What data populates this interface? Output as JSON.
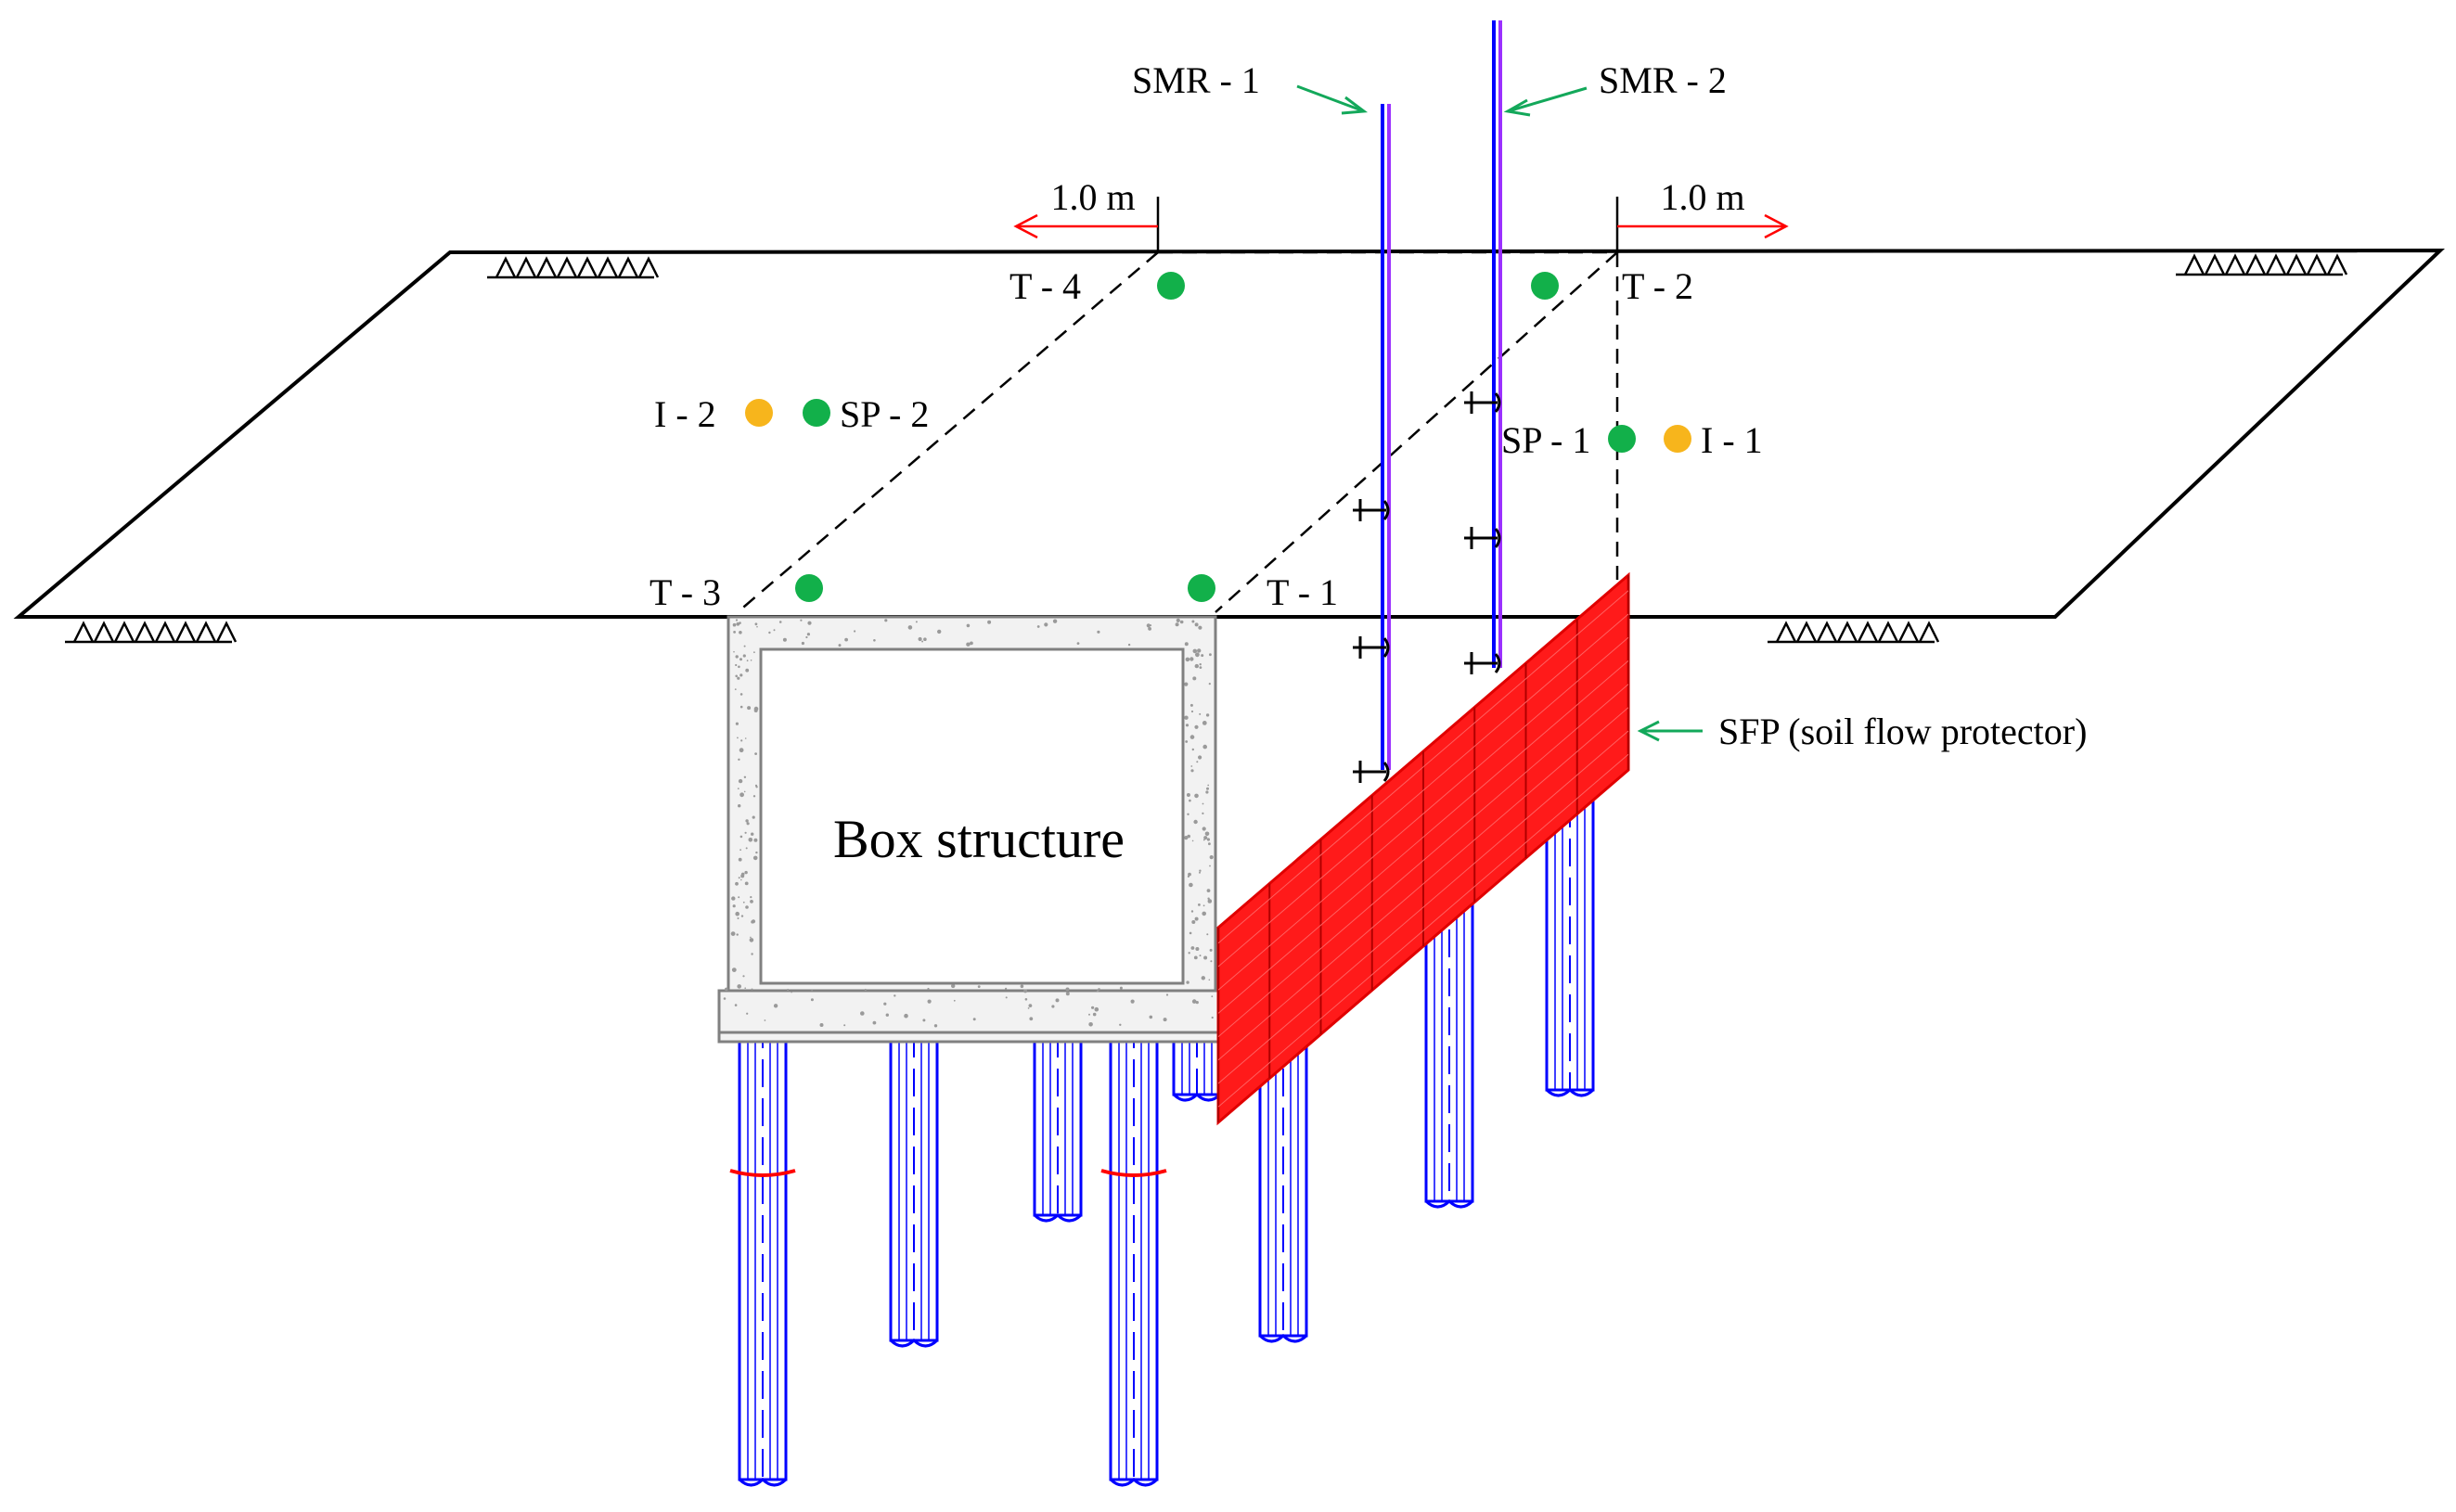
{
  "labels": {
    "smr1": "SMR - 1",
    "smr2": "SMR - 2",
    "dim_left": "1.0 m",
    "dim_right": "1.0 m",
    "t1": "T - 1",
    "t2": "T - 2",
    "t3": "T - 3",
    "t4": "T - 4",
    "sp1": "SP - 1",
    "sp2": "SP - 2",
    "i1": "I - 1",
    "i2": "I - 2",
    "box": "Box structure",
    "sfp": "SFP (soil flow protector)"
  },
  "colors": {
    "ground_line": "#000000",
    "sensor_green": "#12b04a",
    "sensor_orange": "#f7b51c",
    "pile_blue": "#0000ff",
    "rod_purple": "#8a2be2",
    "sfp_red": "#ff0000",
    "dimension_red": "#ff0000",
    "pointer_green": "#13a85a",
    "box_outline": "#808080"
  }
}
